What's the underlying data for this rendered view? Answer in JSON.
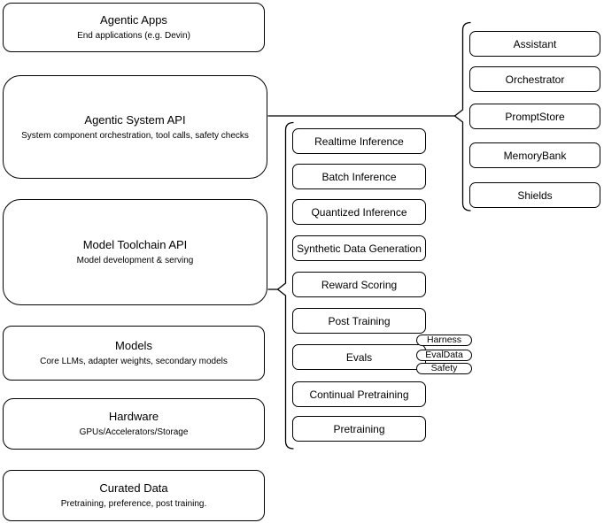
{
  "diagram": {
    "background": "#ffffff",
    "stroke_color": "#000000",
    "text_color": "#000000"
  },
  "stack": [
    {
      "title": "Agentic Apps",
      "subtitle": "End applications (e.g. Devin)"
    },
    {
      "title": "Agentic System API",
      "subtitle": "System component orchestration, tool calls, safety checks"
    },
    {
      "title": "Model Toolchain API",
      "subtitle": "Model development & serving"
    },
    {
      "title": "Models",
      "subtitle": "Core LLMs, adapter weights, secondary models"
    },
    {
      "title": "Hardware",
      "subtitle": "GPUs/Accelerators/Storage"
    },
    {
      "title": "Curated Data",
      "subtitle": "Pretraining, preference, post training."
    }
  ],
  "toolchain": {
    "items": [
      "Realtime Inference",
      "Batch Inference",
      "Quantized Inference",
      "Synthetic Data Generation",
      "Reward Scoring",
      "Post Training",
      "Evals",
      "Continual Pretraining",
      "Pretraining"
    ],
    "eval_tags": [
      "Harness",
      "EvalData",
      "Safety"
    ]
  },
  "system_components": [
    "Assistant",
    "Orchestrator",
    "PromptStore",
    "MemoryBank",
    "Shields"
  ]
}
